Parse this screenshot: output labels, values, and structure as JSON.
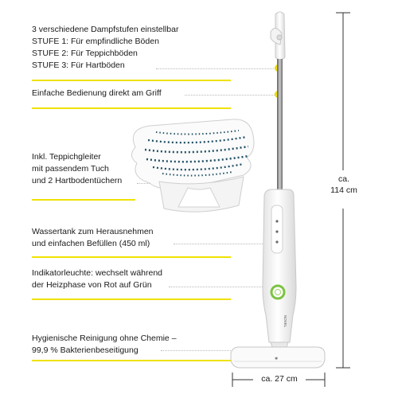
{
  "features": [
    {
      "lines": [
        "3 verschiedene Dampfstufen einstellbar",
        "STUFE 1: Für empfindliche Böden",
        "STUFE 2: Für Teppichböden",
        "STUFE 3: Für Hartböden"
      ]
    },
    {
      "lines": [
        "Einfache Bedienung direkt am Griff"
      ]
    },
    {
      "lines": [
        "Inkl. Teppichgleiter",
        "mit passendem Tuch",
        "und 2 Hartbodentüchern"
      ]
    },
    {
      "lines": [
        "Wassertank zum Herausnehmen",
        "und einfachen Befüllen (450 ml)"
      ]
    },
    {
      "lines": [
        "Indikatorleuchte: wechselt während",
        "der Heizphase von Rot auf Grün"
      ]
    },
    {
      "lines": [
        "Hygienische Reinigung ohne Chemie –",
        "99,9 % Bakterienbeseitigung"
      ]
    }
  ],
  "dimensions": {
    "height_label_1": "ca.",
    "height_label_2": "114 cm",
    "width_label": "ca. 27 cm"
  },
  "product": {
    "brand_text": "NOVEL"
  },
  "colors": {
    "accent_yellow": "#f1e300",
    "pad_blue": "#1e4f63",
    "indicator_green": "#7dc242",
    "body_white": "#f7f7f7",
    "outline_grey": "#c9c9c9"
  }
}
